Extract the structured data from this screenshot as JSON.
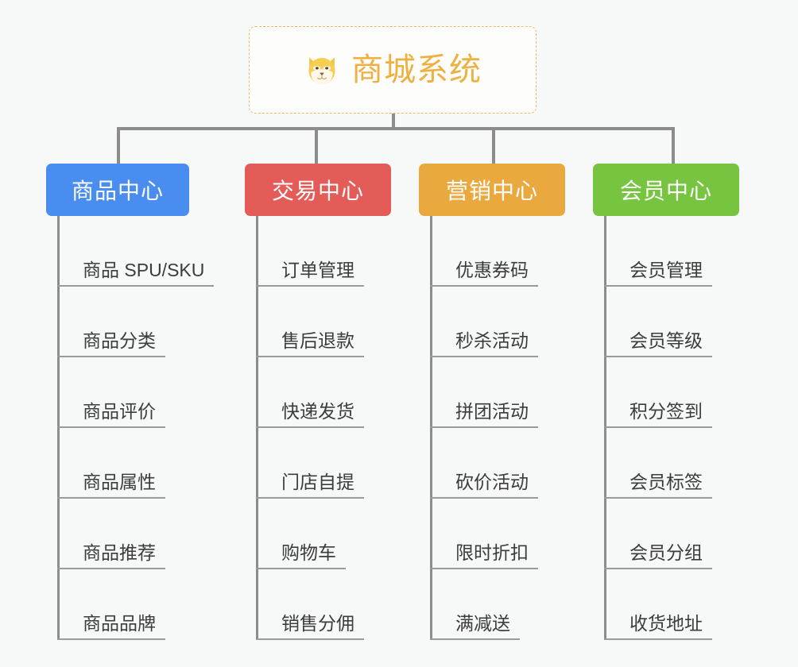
{
  "diagram": {
    "type": "mind-map",
    "background_color": "#f7f8f8",
    "root": {
      "title": "商城系统",
      "icon": "shiba-dog-emoji",
      "text_color": "#eeb040",
      "border_color": "#e8b96a",
      "background_color": "#fdfdfc"
    },
    "connector_color": "#8c8c8c",
    "leaf_text_color": "#3c3c3c",
    "leaf_line_color": "#9a9a9a",
    "branches": [
      {
        "label": "商品中心",
        "color": "#4a8df0",
        "items": [
          "商品 SPU/SKU",
          "商品分类",
          "商品评价",
          "商品属性",
          "商品推荐",
          "商品品牌"
        ]
      },
      {
        "label": "交易中心",
        "color": "#e45c58",
        "items": [
          "订单管理",
          "售后退款",
          "快递发货",
          "门店自提",
          "购物车",
          "销售分佣"
        ]
      },
      {
        "label": "营销中心",
        "color": "#eaa93e",
        "items": [
          "优惠券码",
          "秒杀活动",
          "拼团活动",
          "砍价活动",
          "限时折扣",
          "满减送"
        ]
      },
      {
        "label": "会员中心",
        "color": "#77c440",
        "items": [
          "会员管理",
          "会员等级",
          "积分签到",
          "会员标签",
          "会员分组",
          "收货地址"
        ]
      }
    ]
  }
}
